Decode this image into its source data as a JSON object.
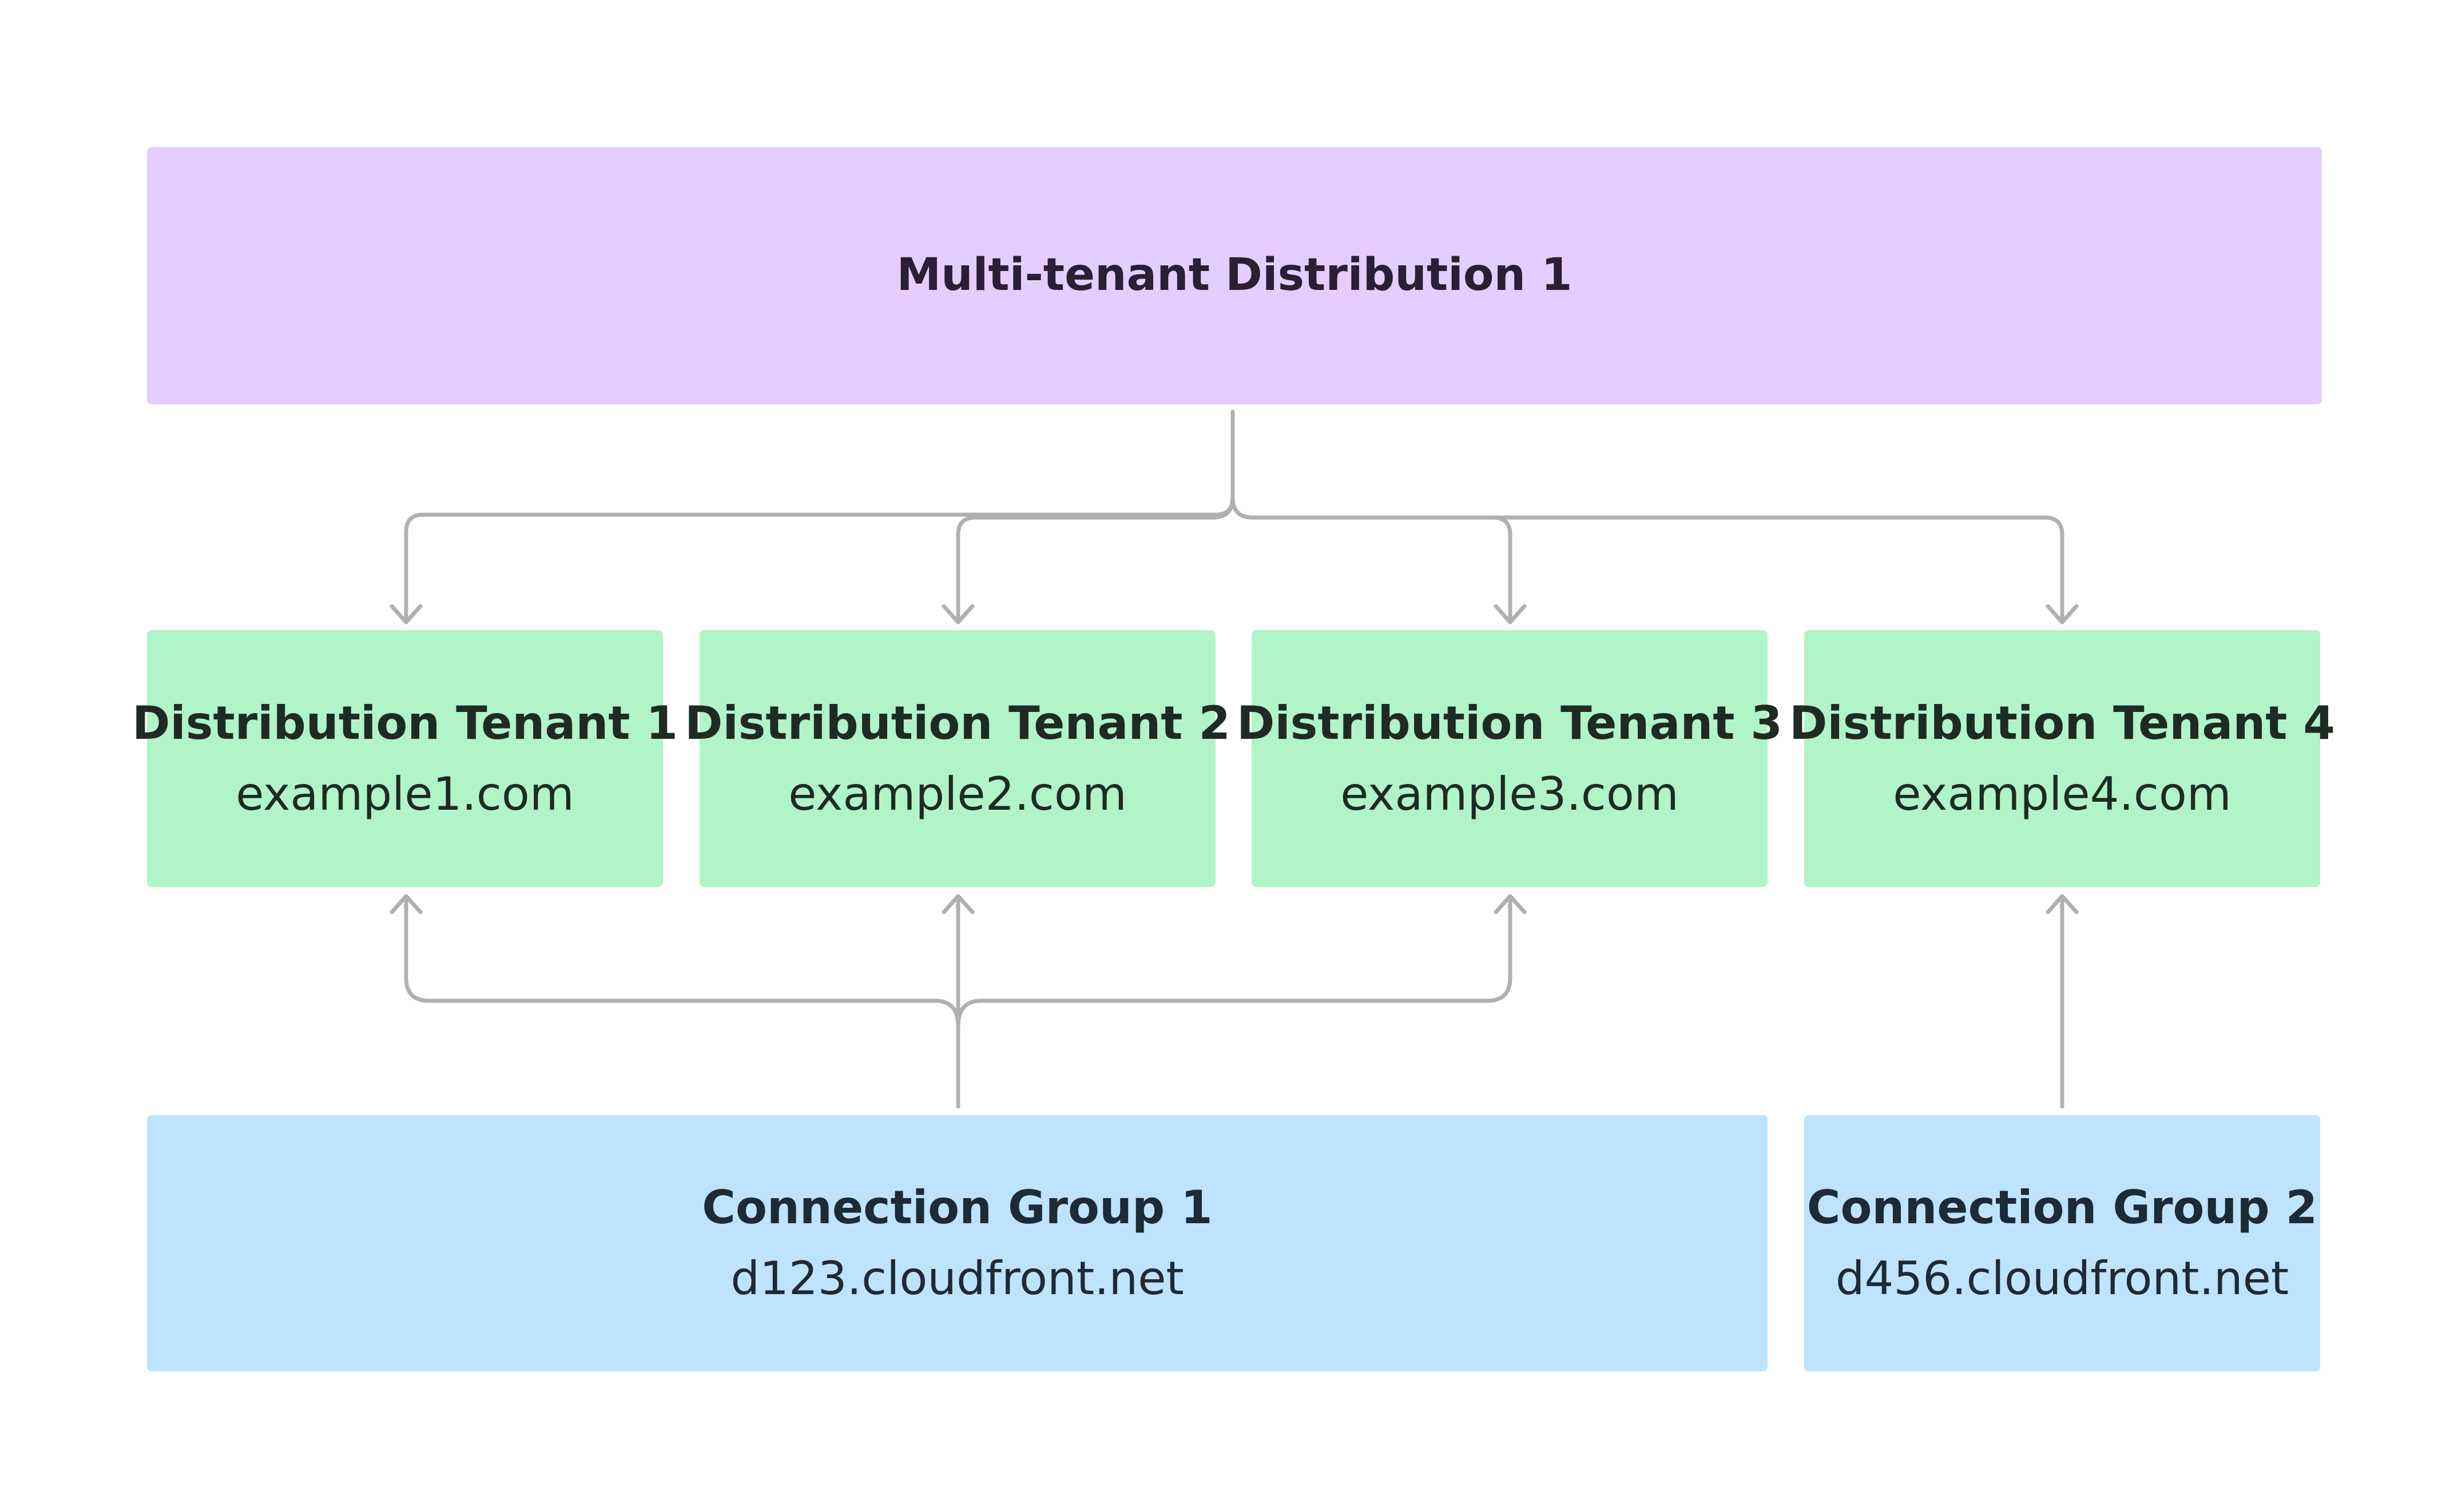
{
  "distribution": {
    "title": "Multi-tenant Distribution 1"
  },
  "tenants": [
    {
      "title": "Distribution Tenant 1",
      "domain": "example1.com"
    },
    {
      "title": "Distribution Tenant 2",
      "domain": "example2.com"
    },
    {
      "title": "Distribution Tenant 3",
      "domain": "example3.com"
    },
    {
      "title": "Distribution Tenant 4",
      "domain": "example4.com"
    }
  ],
  "connection_groups": [
    {
      "title": "Connection Group 1",
      "endpoint": "d123.cloudfront.net"
    },
    {
      "title": "Connection Group 2",
      "endpoint": "d456.cloudfront.net"
    }
  ],
  "colors": {
    "distribution_fill": "#e5cdff",
    "tenant_fill": "#b0f4c8",
    "group_fill": "#bee3ff",
    "connector": "#b0b0b0"
  }
}
